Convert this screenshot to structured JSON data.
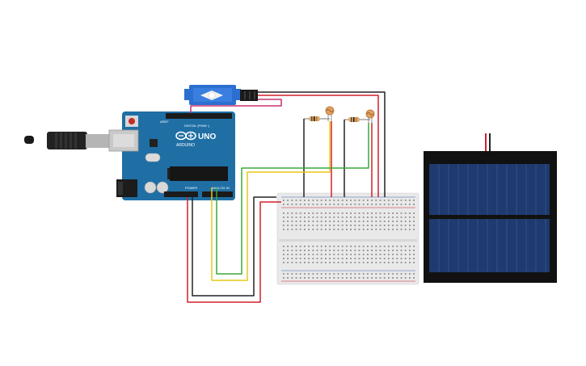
{
  "arduino": {
    "logo": "UNO",
    "brand": "ARDUINO",
    "digital_header": "DIGITAL (PWM~)",
    "power_header": "POWER",
    "analog_header": "ANALOG IN",
    "aref_label": "AREF"
  },
  "components": {
    "servo": "servo-motor",
    "solar_panel": "solar-panel",
    "breadboard": "breadboard",
    "ldr_count": 2,
    "resistor_count": 2
  },
  "colors": {
    "arduino_board": "#1f6fa5",
    "servo_body": "#2b6fd1",
    "wire_red": "#d0202a",
    "wire_black": "#222222",
    "wire_yellow": "#e8c818",
    "wire_green": "#3aa83a",
    "wire_magenta": "#c6306e",
    "solar_cell": "#1e3a6e",
    "breadboard": "#e9e9e9"
  }
}
